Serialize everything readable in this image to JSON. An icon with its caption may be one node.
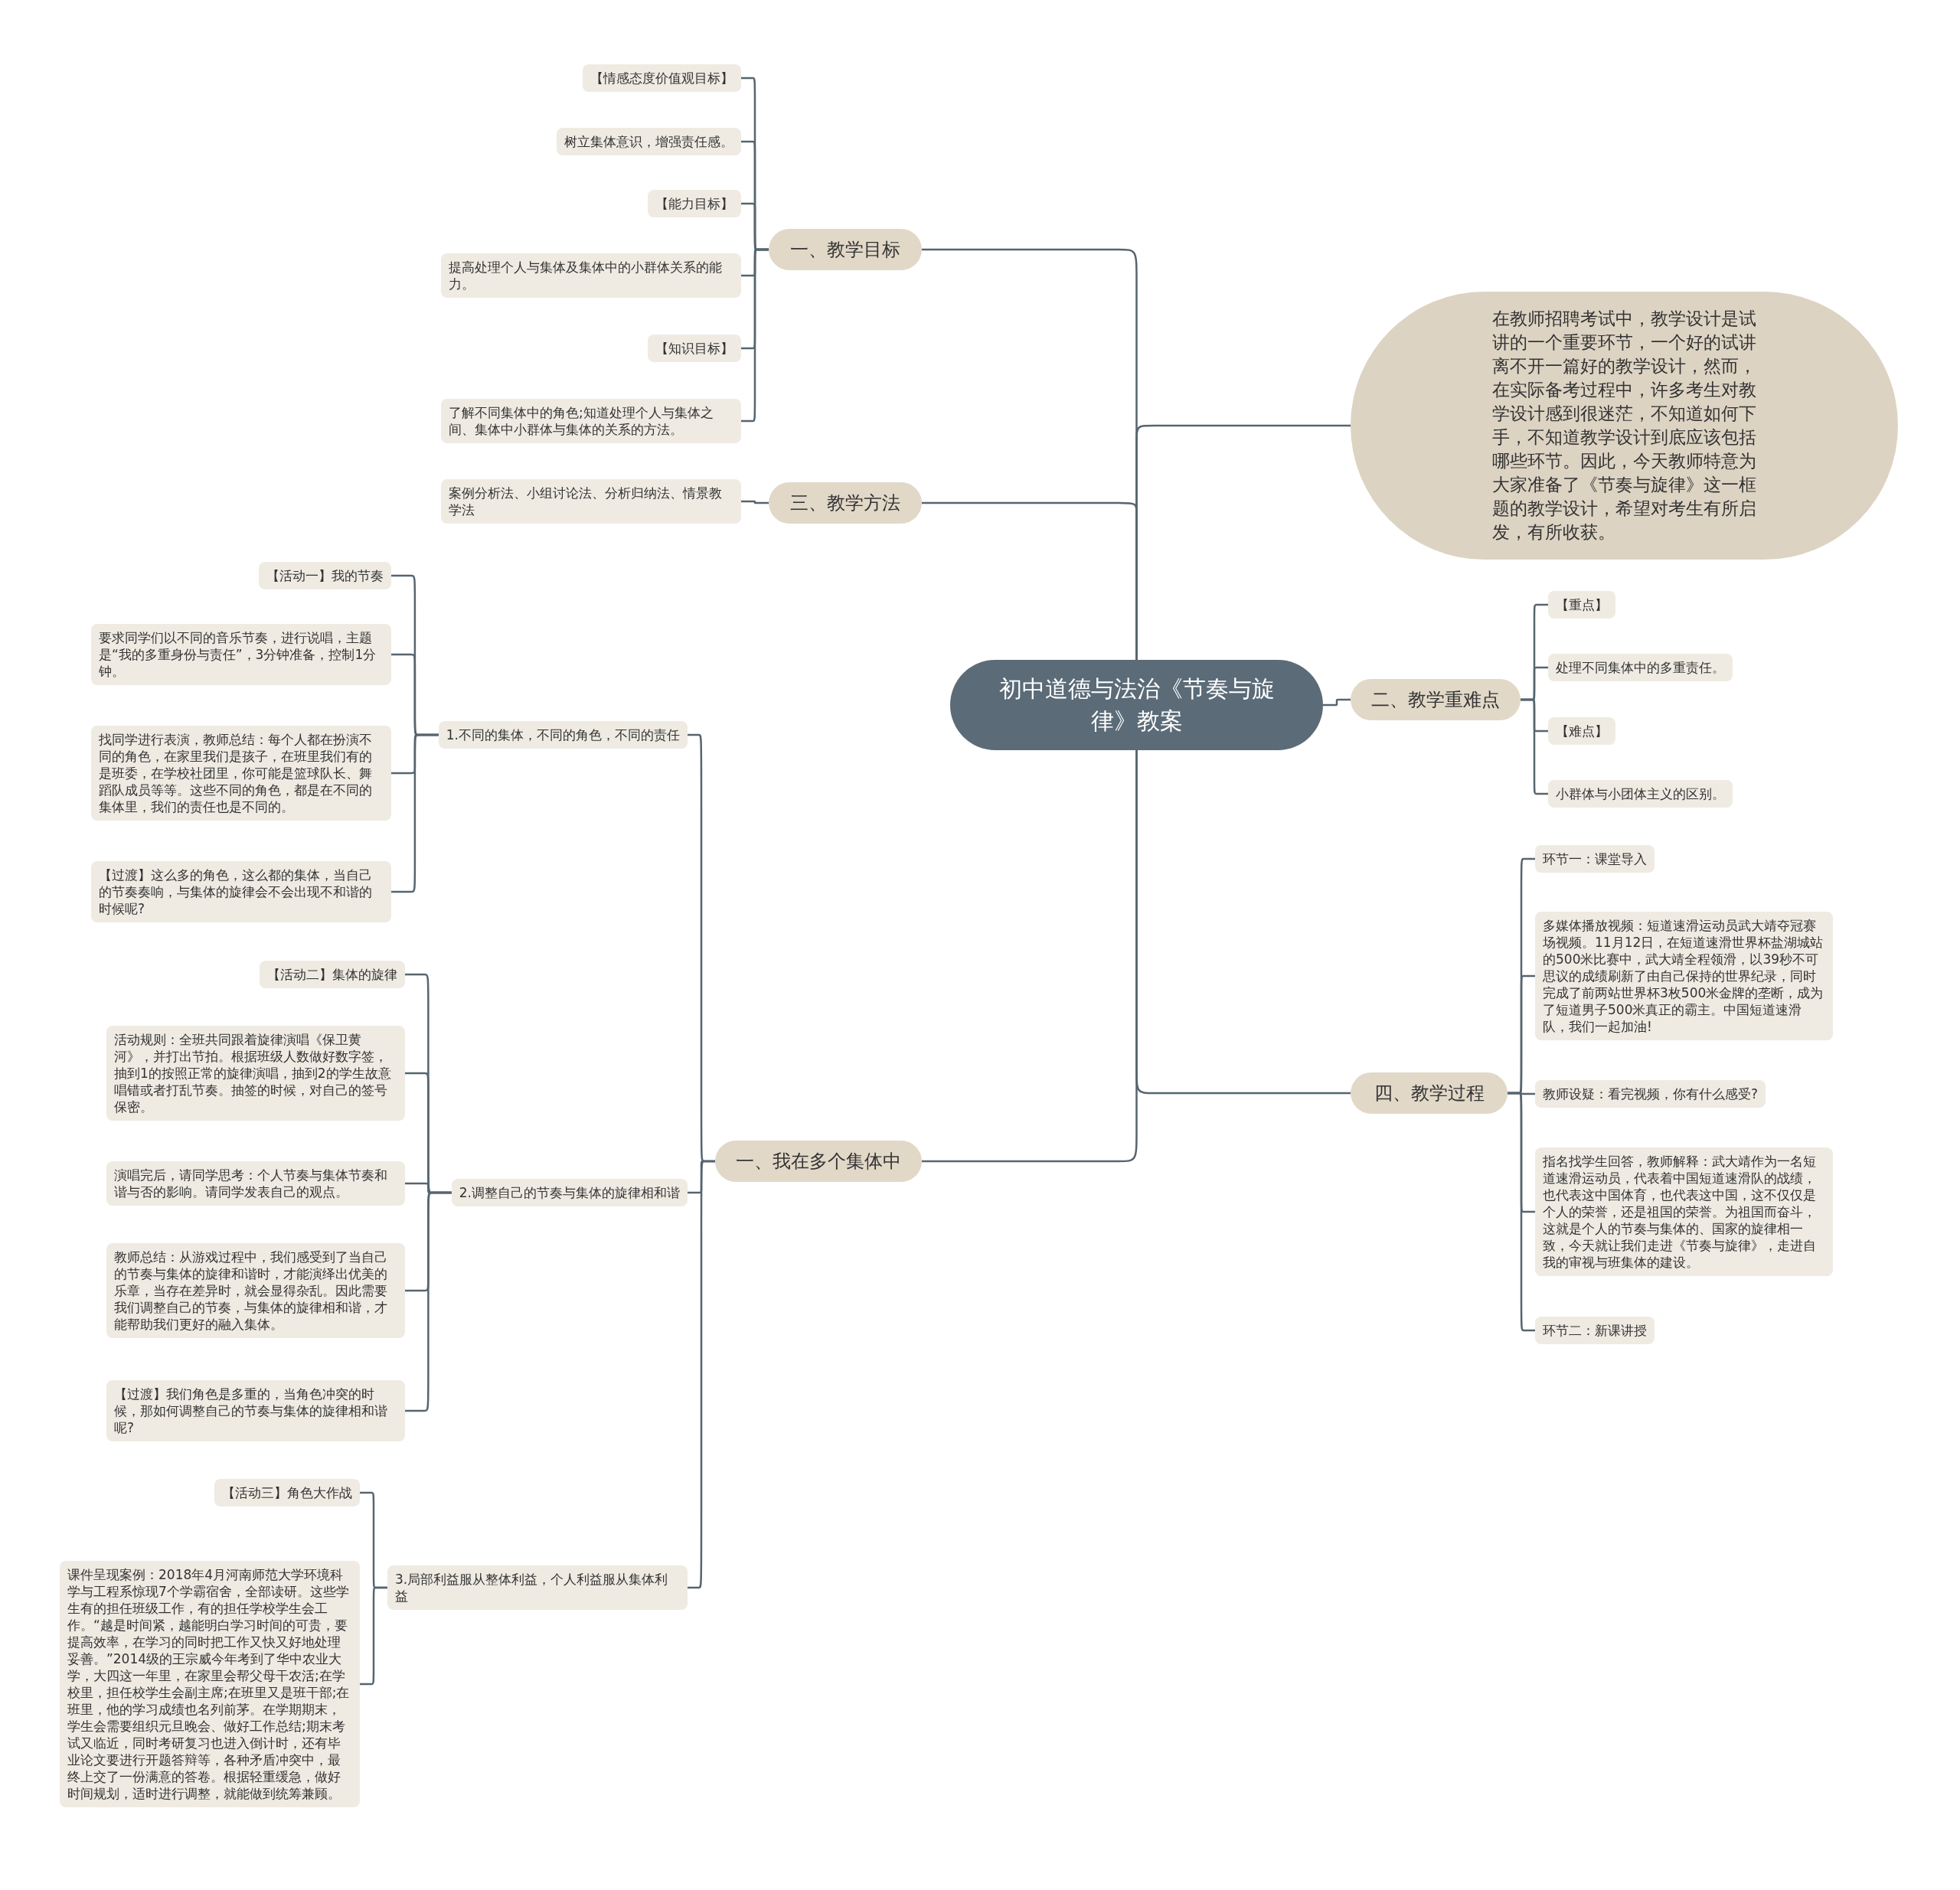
{
  "diagram": {
    "nodes": [
      {
        "text": [
          "初中道德与法治《节奏与旋律》教案"
        ]
      },
      {
        "text": [
          "一、教学目标"
        ]
      },
      {
        "text": [
          "【情感态度价值观目标】"
        ]
      },
      {
        "text": [
          "树立集体意识，增强责任感。"
        ]
      },
      {
        "text": [
          "【能力目标】"
        ]
      },
      {
        "text": [
          "提高处理个人与集体及集体中的小群体关系的能力。"
        ]
      },
      {
        "text": [
          "【知识目标】"
        ]
      },
      {
        "text": [
          "了解不同集体中的角色;知道处理个人与集体之间、集体中小群体与集体的关系的方法。"
        ]
      },
      {
        "text": [
          "三、教学方法"
        ]
      },
      {
        "text": [
          "案例分析法、小组讨论法、分析归纳法、情景教学法"
        ]
      },
      {
        "text": [
          "在教师招聘考试中，教学设计是试讲的一个重要环节，一个好的试讲离不开一篇好的教学设计，然而，在实际备考过程中，许多考生对教学设计感到很迷茫，不知道如何下手，不知道教学设计到底应该包括哪些环节。因此，今天教师特意为大家准备了《节奏与旋律》这一框题的教学设计，希望对考生有所启发，有所收获。"
        ]
      },
      {
        "text": [
          "二、教学重难点"
        ]
      },
      {
        "text": [
          "【重点】"
        ]
      },
      {
        "text": [
          "处理不同集体中的多重责任。"
        ]
      },
      {
        "text": [
          "【难点】"
        ]
      },
      {
        "text": [
          "小群体与小团体主义的区别。"
        ]
      },
      {
        "text": [
          "一、我在多个集体中"
        ]
      },
      {
        "text": [
          "1.不同的集体，不同的角色，不同的责任"
        ]
      },
      {
        "text": [
          "【活动一】我的节奏"
        ]
      },
      {
        "text": [
          "要求同学们以不同的音乐节奏，进行说唱，主题是“我的多重身份与责任”，3分钟准备，控制1分钟。"
        ]
      },
      {
        "text": [
          "找同学进行表演，教师总结：每个人都在扮演不同的角色，在家里我们是孩子，在班里我们有的是班委，在学校社团里，你可能是篮球队长、舞蹈队成员等等。这些不同的角色，都是在不同的集体里，我们的责任也是不同的。"
        ]
      },
      {
        "text": [
          "【过渡】这么多的角色，这么都的集体，当自己的节奏奏响，与集体的旋律会不会出现不和谐的时候呢?"
        ]
      },
      {
        "text": [
          "2.调整自己的节奏与集体的旋律相和谐"
        ]
      },
      {
        "text": [
          "【活动二】集体的旋律"
        ]
      },
      {
        "text": [
          "活动规则：全班共同跟着旋律演唱《保卫黄河》，并打出节拍。根据班级人数做好数字签，抽到1的按照正常的旋律演唱，抽到2的学生故意唱错或者打乱节奏。抽签的时候，对自己的签号保密。"
        ]
      },
      {
        "text": [
          "演唱完后，请同学思考：个人节奏与集体节奏和谐与否的影响。请同学发表自己的观点。"
        ]
      },
      {
        "text": [
          "教师总结：从游戏过程中，我们感受到了当自己的节奏与集体的旋律和谐时，才能演绎出优美的乐章，当存在差异时，就会显得杂乱。因此需要我们调整自己的节奏，与集体的旋律相和谐，才能帮助我们更好的融入集体。"
        ]
      },
      {
        "text": [
          "【过渡】我们角色是多重的，当角色冲突的时候，那如何调整自己的节奏与集体的旋律相和谐呢?"
        ]
      },
      {
        "text": [
          "3.局部利益服从整体利益，个人利益服从集体利益"
        ]
      },
      {
        "text": [
          "【活动三】角色大作战"
        ]
      },
      {
        "text": [
          "课件呈现案例：2018年4月河南师范大学环境科学与工程系惊现7个学霸宿舍，全部读研。这些学生有的担任班级工作，有的担任学校学生会工作。“越是时间紧，越能明白学习时间的可贵，要提高效率，在学习的同时把工作又快又好地处理妥善。”2014级的王宗威今年考到了华中农业大学，大四这一年里，在家里会帮父母干农活;在学校里，担任校学生会副主席;在班里又是班干部;在班里，他的学习成绩也名列前茅。在学期期末，学生会需要组织元旦晚会、做好工作总结;期末考试又临近，同时考研复习也进入倒计时，还有毕业论文要进行开题答辩等，各种矛盾冲突中，最终上交了一份满意的答卷。根据轻重缓急，做好时间规划，适时进行调整，就能做到统筹兼顾。"
        ]
      },
      {
        "text": [
          "四、教学过程"
        ]
      },
      {
        "text": [
          "环节一：课堂导入"
        ]
      },
      {
        "text": [
          "多媒体播放视频：短道速滑运动员武大靖夺冠赛场视频。11月12日，在短道速滑世界杯盐湖城站的500米比赛中，武大靖全程领滑，以39秒不可思议的成绩刷新了由自己保持的世界纪录，同时完成了前两站世界杯3枚500米金牌的垄断，成为了短道男子500米真正的霸主。中国短道速滑队，我们一起加油!"
        ]
      },
      {
        "text": [
          "教师设疑：看完视频，你有什么感受?"
        ]
      },
      {
        "text": [
          "指名找学生回答，教师解释：武大靖作为一名短道速滑运动员，代表着中国短道速滑队的战绩，也代表这中国体育，也代表这中国，这不仅仅是个人的荣誉，还是祖国的荣誉。为祖国而奋斗，这就是个人的节奏与集体的、国家的旋律相一致，今天就让我们走进《节奏与旋律》，走进自我的审视与班集体的建设。"
        ]
      },
      {
        "text": [
          "环节二：新课讲授"
        ]
      }
    ],
    "edges": [
      {
        "from": 0,
        "to": 1,
        "arrow": "none"
      },
      {
        "from": 1,
        "to": 2,
        "arrow": "none"
      },
      {
        "from": 1,
        "to": 3,
        "arrow": "none"
      },
      {
        "from": 1,
        "to": 4,
        "arrow": "none"
      },
      {
        "from": 1,
        "to": 5,
        "arrow": "none"
      },
      {
        "from": 1,
        "to": 6,
        "arrow": "none"
      },
      {
        "from": 1,
        "to": 7,
        "arrow": "none"
      },
      {
        "from": 0,
        "to": 8,
        "arrow": "none"
      },
      {
        "from": 8,
        "to": 9,
        "arrow": "none"
      },
      {
        "from": 0,
        "to": 10,
        "arrow": "none"
      },
      {
        "from": 0,
        "to": 11,
        "arrow": "none"
      },
      {
        "from": 11,
        "to": 12,
        "arrow": "none"
      },
      {
        "from": 11,
        "to": 13,
        "arrow": "none"
      },
      {
        "from": 11,
        "to": 14,
        "arrow": "none"
      },
      {
        "from": 11,
        "to": 15,
        "arrow": "none"
      },
      {
        "from": 0,
        "to": 16,
        "arrow": "none"
      },
      {
        "from": 16,
        "to": 17,
        "arrow": "none"
      },
      {
        "from": 17,
        "to": 18,
        "arrow": "none"
      },
      {
        "from": 17,
        "to": 19,
        "arrow": "none"
      },
      {
        "from": 17,
        "to": 20,
        "arrow": "none"
      },
      {
        "from": 17,
        "to": 21,
        "arrow": "none"
      },
      {
        "from": 16,
        "to": 22,
        "arrow": "none"
      },
      {
        "from": 22,
        "to": 23,
        "arrow": "none"
      },
      {
        "from": 22,
        "to": 24,
        "arrow": "none"
      },
      {
        "from": 22,
        "to": 25,
        "arrow": "none"
      },
      {
        "from": 22,
        "to": 26,
        "arrow": "none"
      },
      {
        "from": 22,
        "to": 27,
        "arrow": "none"
      },
      {
        "from": 16,
        "to": 28,
        "arrow": "none"
      },
      {
        "from": 28,
        "to": 29,
        "arrow": "none"
      },
      {
        "from": 28,
        "to": 30,
        "arrow": "none"
      },
      {
        "from": 0,
        "to": 31,
        "arrow": "none"
      },
      {
        "from": 31,
        "to": 32,
        "arrow": "none"
      },
      {
        "from": 31,
        "to": 33,
        "arrow": "none"
      },
      {
        "from": 31,
        "to": 34,
        "arrow": "none"
      },
      {
        "from": 31,
        "to": 35,
        "arrow": "none"
      },
      {
        "from": 31,
        "to": 36,
        "arrow": "none"
      }
    ]
  }
}
